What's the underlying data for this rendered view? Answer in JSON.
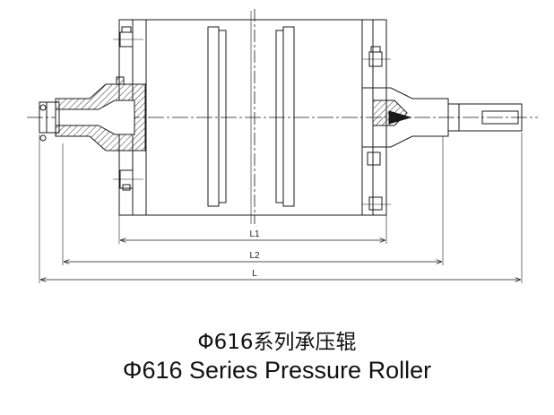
{
  "dimensions": {
    "l1": "L1",
    "l2": "L2",
    "l": "L"
  },
  "caption": {
    "chinese": "Φ616系列承压辊",
    "english": "Φ616 Series Pressure Roller"
  },
  "colors": {
    "line": "#1a1a1a",
    "hatch": "#333333",
    "background": "#ffffff"
  }
}
